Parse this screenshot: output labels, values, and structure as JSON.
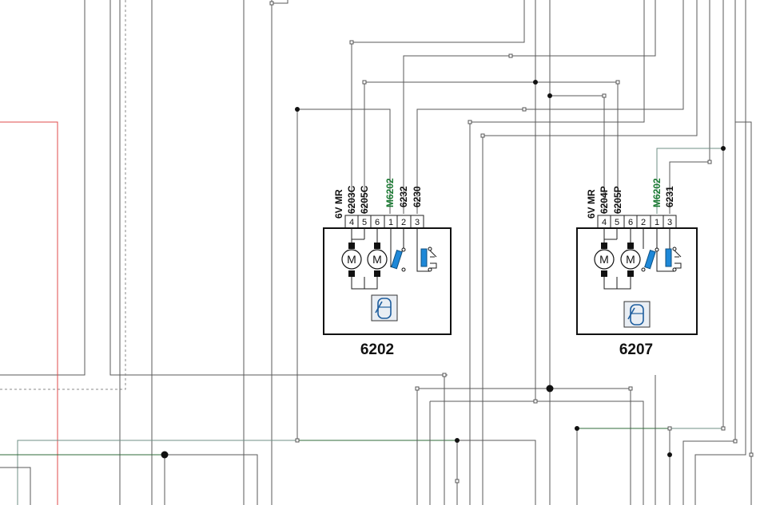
{
  "connectors": [
    {
      "id": "6202",
      "title": "6202",
      "labels": [
        "6V MR",
        "6203C",
        "6205C",
        "M6202",
        "6232",
        "6230"
      ],
      "pins": [
        "4",
        "5",
        "6",
        "1",
        "2",
        "3"
      ],
      "motor_symbol": "M"
    },
    {
      "id": "6207",
      "title": "6207",
      "labels": [
        "6V MR",
        "6204P",
        "6205P",
        "M6202",
        "6231"
      ],
      "pins": [
        "4",
        "5",
        "6",
        "2",
        "1",
        "3"
      ],
      "motor_symbol": "M"
    }
  ],
  "colors": {
    "wire": "#5a5a5a",
    "wire_teal": "#6f8f86",
    "wire_red": "#e04b4b",
    "label_green": "#1a7a32",
    "switch_blue": "#1e88d8"
  },
  "icons": [
    "motor-icon",
    "switch-icon",
    "vehicle-door-icon"
  ]
}
